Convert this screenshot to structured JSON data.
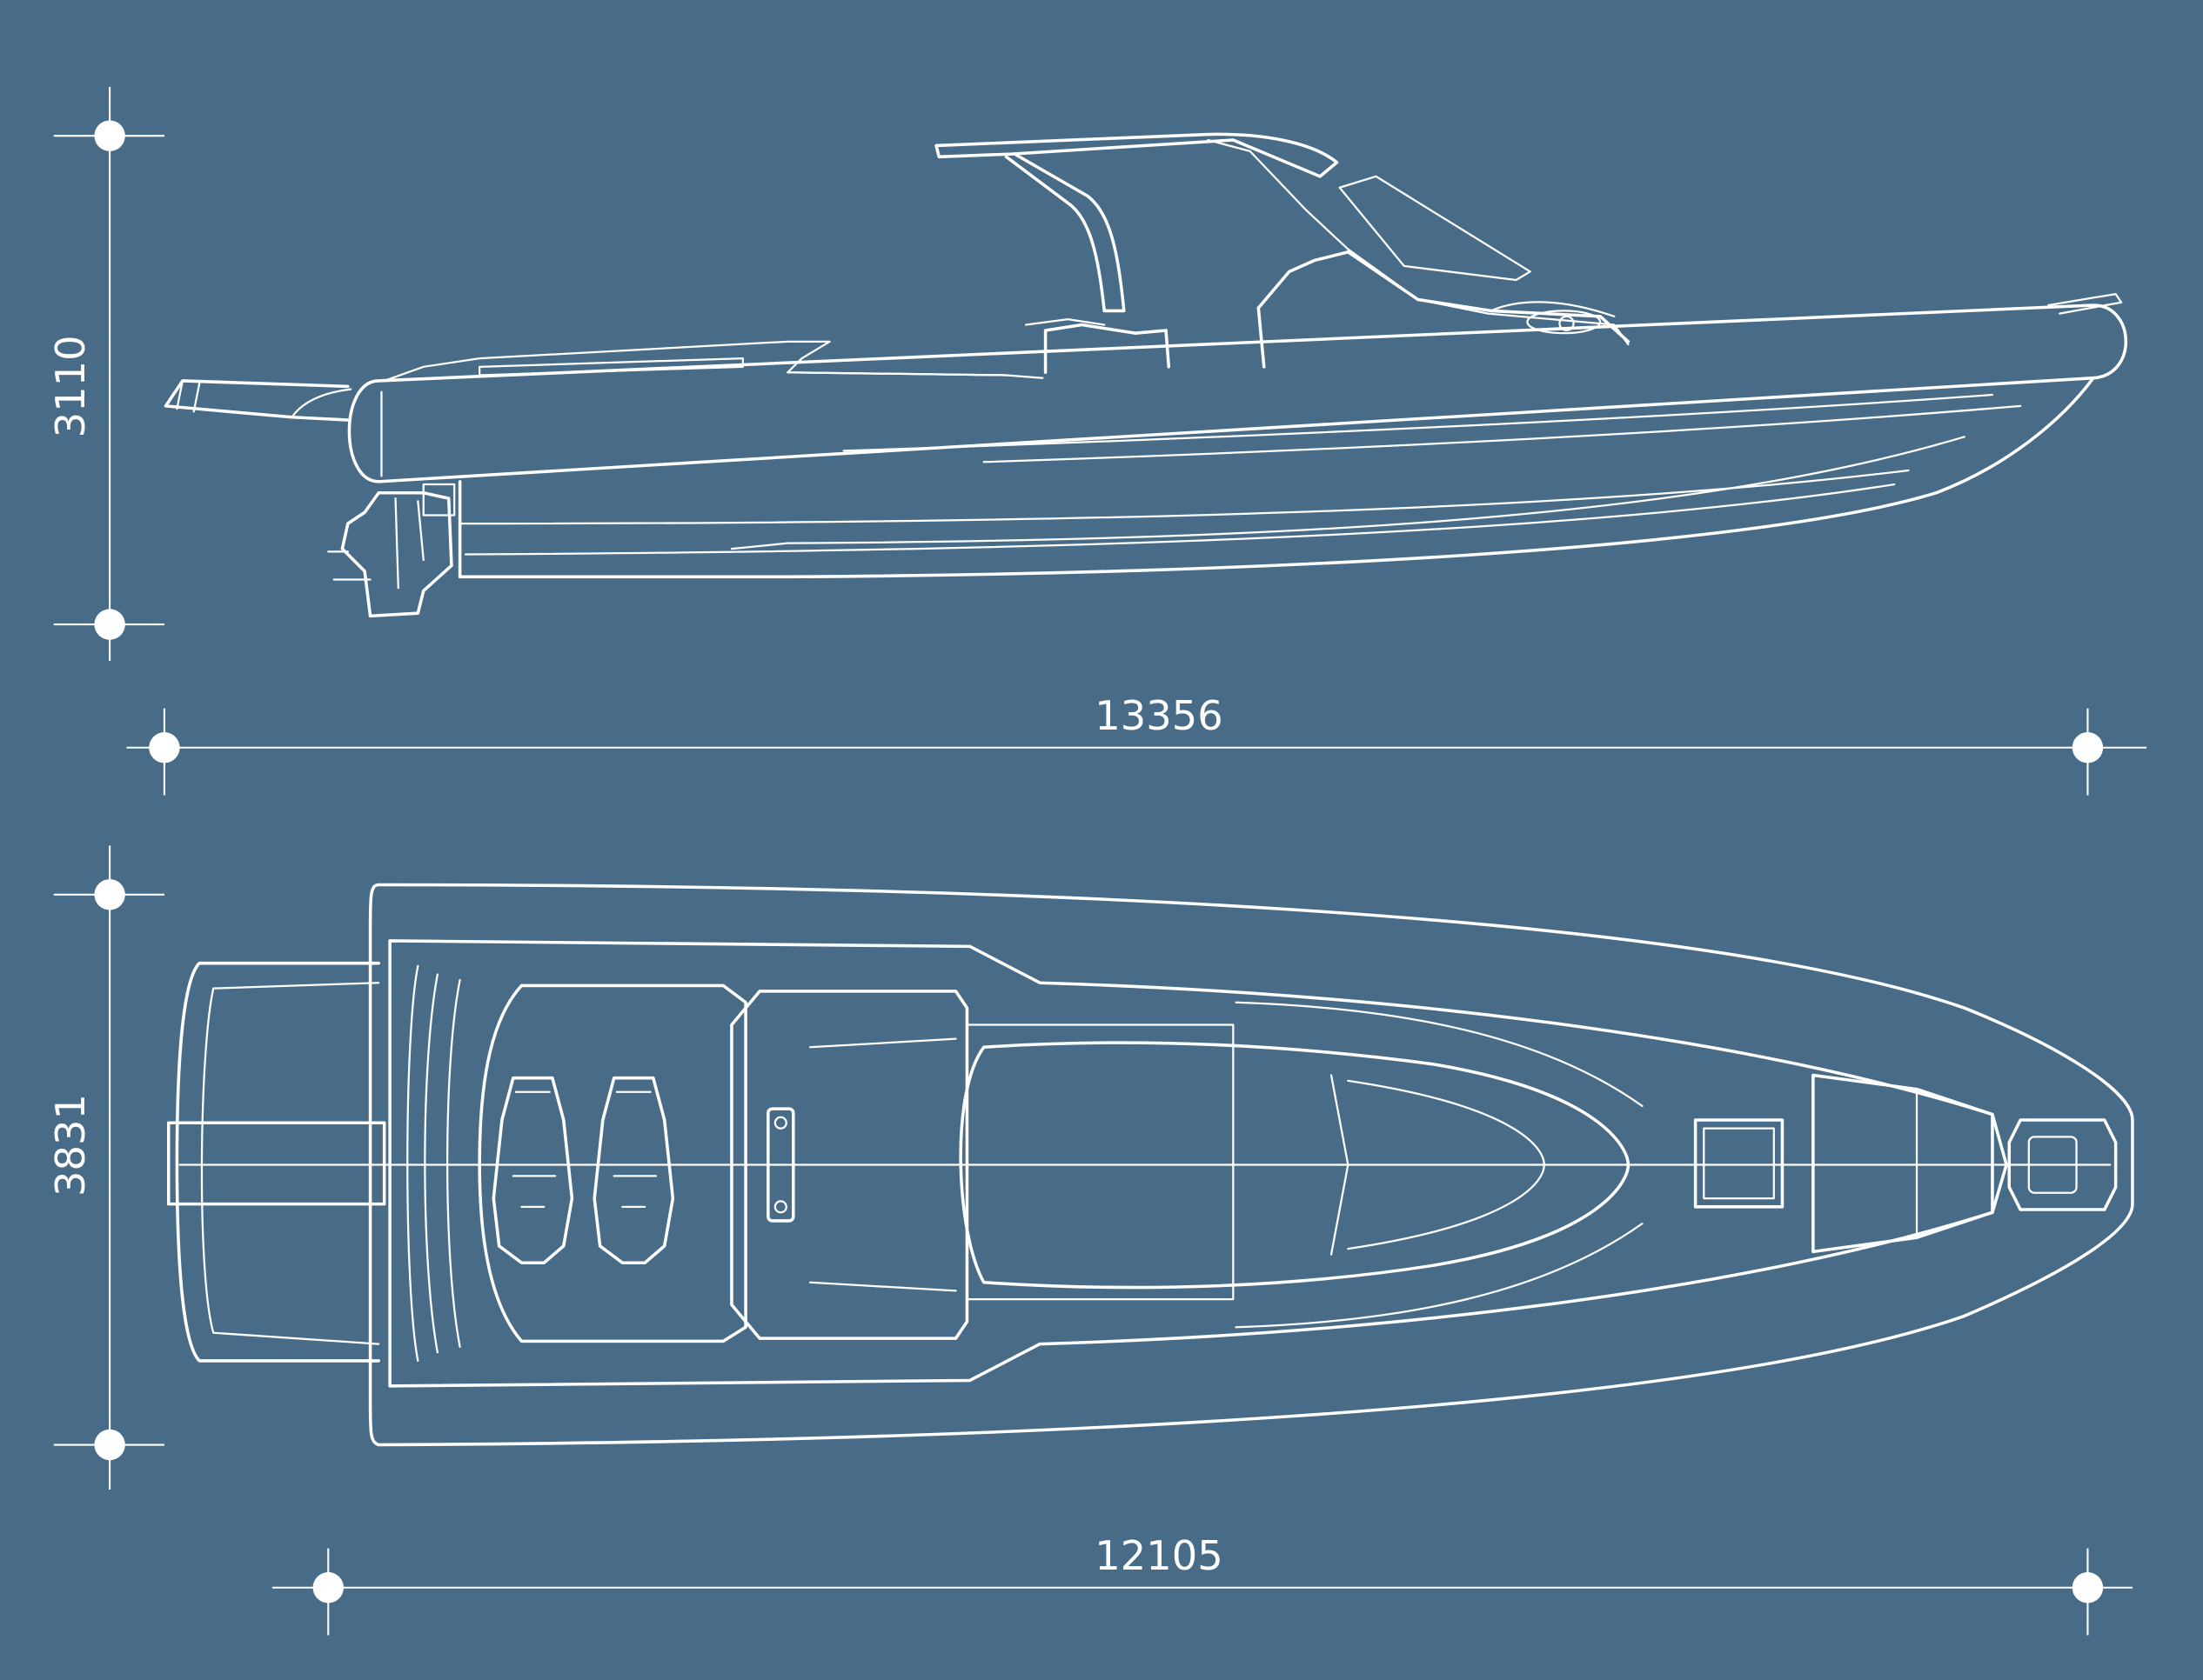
{
  "colors": {
    "background": "#486b88",
    "line": "#ffffff"
  },
  "dimensions": {
    "side_height": "3110",
    "overall_length": "13356",
    "plan_beam": "3831",
    "plan_length": "12105"
  }
}
